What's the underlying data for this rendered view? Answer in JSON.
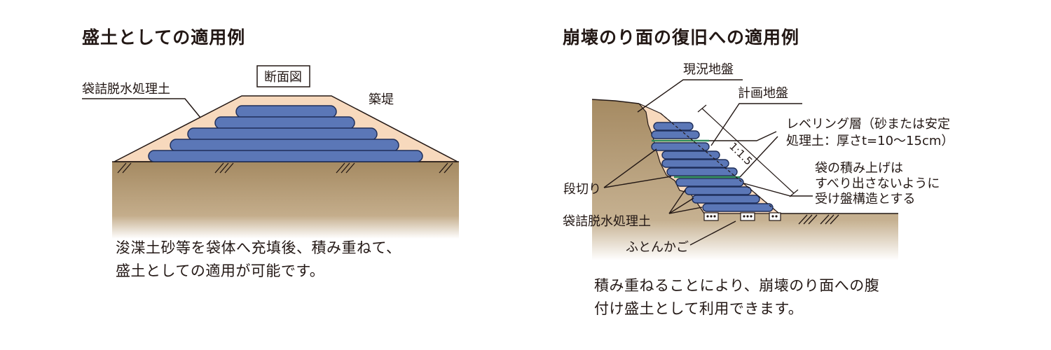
{
  "left": {
    "title": "盛土としての適用例",
    "section_label": "断面図",
    "material_label": "袋詰脱水処理土",
    "embankment_label": "築堤",
    "caption_line1": "浚渫土砂等を袋体へ充填後、積み重ねて、",
    "caption_line2": "盛土としての適用が可能です。"
  },
  "right": {
    "title": "崩壊のり面の復旧への適用例",
    "existing_ground_label": "現況地盤",
    "planned_ground_label": "計画地盤",
    "slope_ratio_label": "1:1.5",
    "leveling_line1": "レベリング層（砂または安定",
    "leveling_line2": "処理土：厚さt=10～15cm）",
    "stacking_line1": "袋の積み上げは",
    "stacking_line2": "すべり出さないように",
    "stacking_line3": "受け盤構造とする",
    "step_cut_label": "段切り",
    "material_label": "袋詰脱水処理土",
    "gabion_label": "ふとんかご",
    "caption_line1": "積み重ねることにより、崩壊のり面への腹",
    "caption_line2": "付け盛土として利用できます。"
  },
  "colors": {
    "soil": "#a58a62",
    "fill": "#f7d9bd",
    "bag": "#5b77b7",
    "bag_outline": "#1f2f5a",
    "leveling": "#2d8c5a",
    "text": "#231815"
  }
}
